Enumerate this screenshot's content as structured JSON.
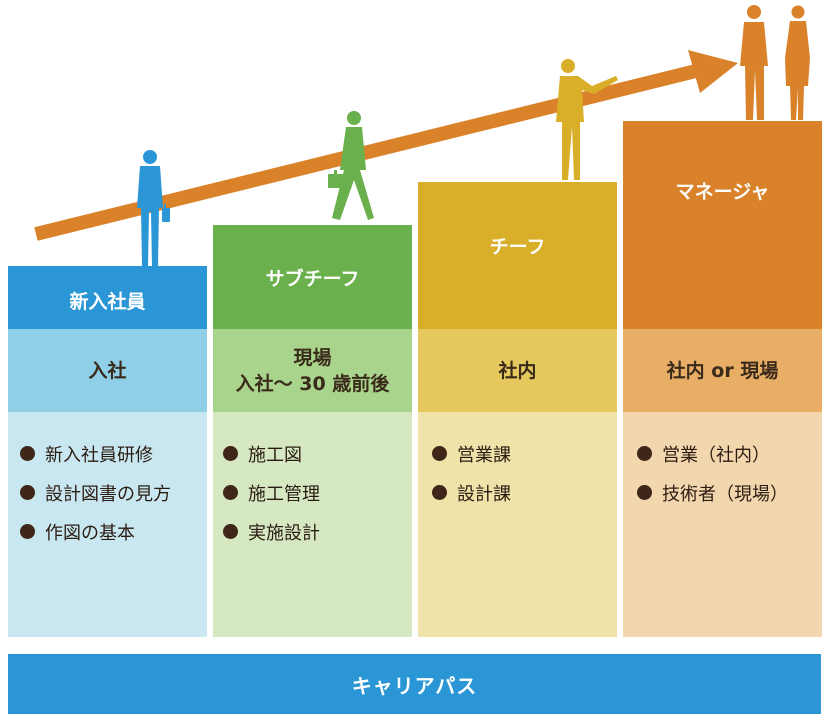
{
  "columns": [
    {
      "id": "newcomer",
      "title": "新入社員",
      "stage": "入社",
      "items": [
        "新入社員研修",
        "設計図書の見方",
        "作図の基本"
      ],
      "colors": {
        "head": "#2a96d6",
        "mid": "#8fd0e8",
        "body": "#c8e7f1"
      }
    },
    {
      "id": "sub-chief",
      "title": "サブチーフ",
      "stage": "現場\n入社〜 30 歳前後",
      "items": [
        "施工図",
        "施工管理",
        "実施設計"
      ],
      "colors": {
        "head": "#6ab04c",
        "mid": "#a9d48b",
        "body": "#d5e8c2"
      }
    },
    {
      "id": "chief",
      "title": "チーフ",
      "stage": "社内",
      "items": [
        "営業課",
        "設計課"
      ],
      "colors": {
        "head": "#d9ae28",
        "mid": "#e5c95e",
        "body": "#efe3a9"
      }
    },
    {
      "id": "manager",
      "title": "マネージャ",
      "stage": "社内 or 現場",
      "items": [
        "営業（社内）",
        "技術者（現場）"
      ],
      "colors": {
        "head": "#d9822a",
        "mid": "#e8ae66",
        "body": "#f1d6ae"
      }
    }
  ],
  "footer": {
    "label": "キャリアパス",
    "color": "#2a96d6"
  },
  "arrow": {
    "color": "#d9822a"
  },
  "icons": [
    "businessman-with-briefcase-icon",
    "walking-businessman-icon",
    "pointing-businesswoman-icon",
    "manager-pair-icon"
  ]
}
